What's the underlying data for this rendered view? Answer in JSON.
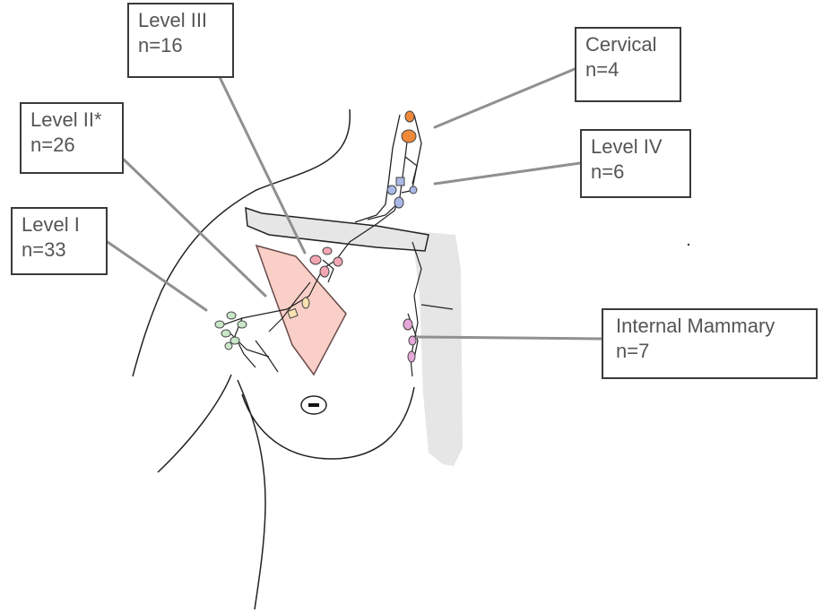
{
  "labels": {
    "level_iii": {
      "name": "Level III",
      "count": "n=16"
    },
    "level_ii": {
      "name": "Level II*",
      "count": "n=26"
    },
    "level_i": {
      "name": "Level I",
      "count": "n=33"
    },
    "cervical": {
      "name": "Cervical",
      "count": "n=4"
    },
    "level_iv": {
      "name": "Level IV",
      "count": "n=6"
    },
    "internal_mammary": {
      "name": "Internal Mammary",
      "count": "n=7"
    }
  },
  "colors": {
    "level_i_nodes": "#c8e6c8",
    "level_ii_nodes": "#f7e2b0",
    "level_iii_nodes": "#f2a7b2",
    "level_iv_nodes": "#a9b8e6",
    "cervical_nodes": "#f0883a",
    "internal_mammary_nodes": "#e6a6d8",
    "muscle_fill": "#f9cfc7",
    "bone_fill": "#e6e6e6",
    "leader_line": "#909090"
  }
}
